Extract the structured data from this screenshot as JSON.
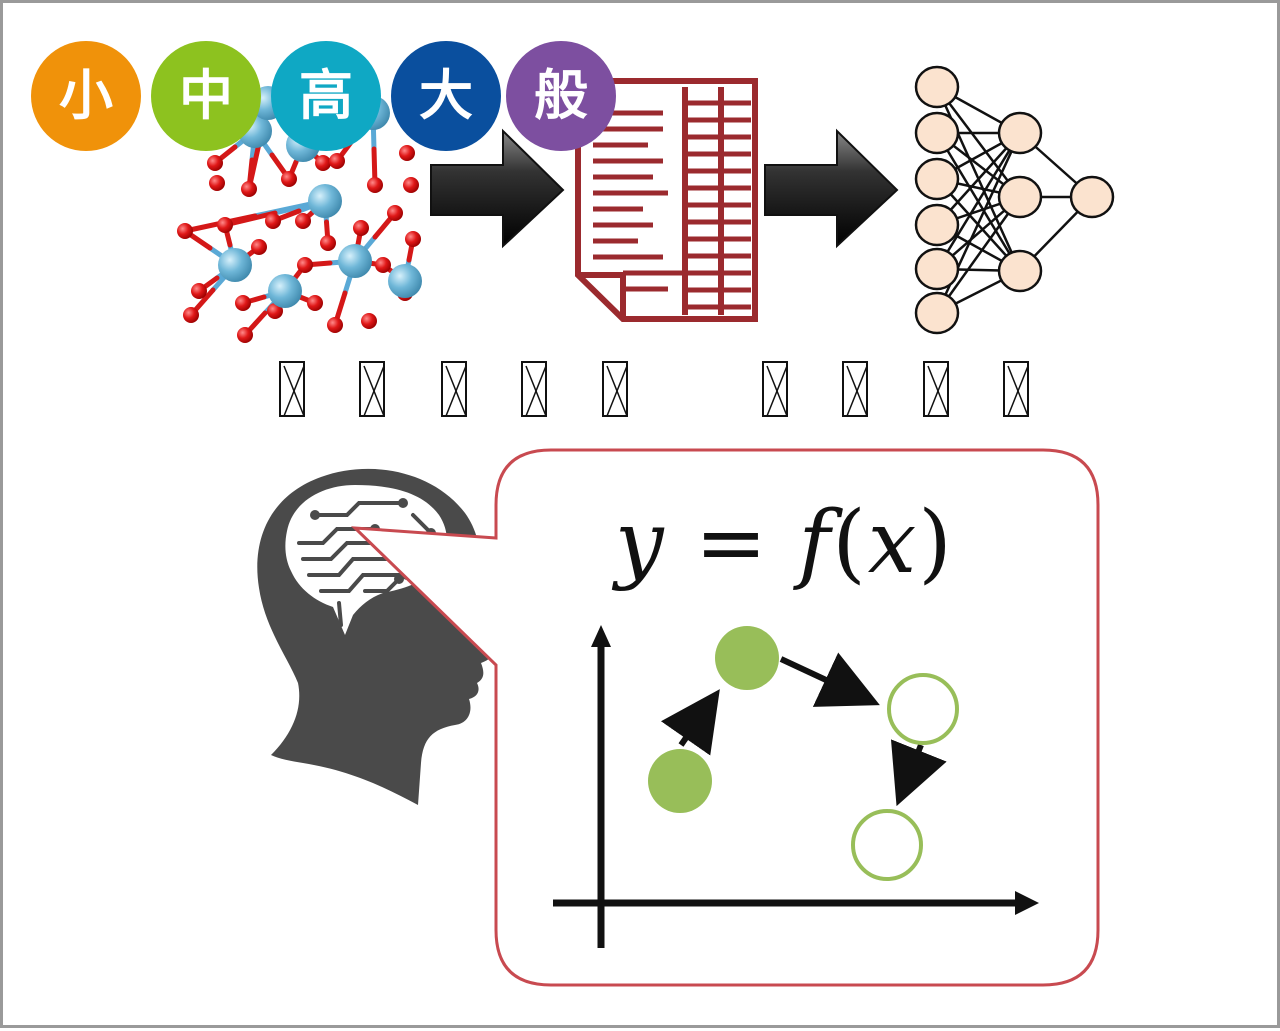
{
  "badges": [
    {
      "label": "小",
      "color": "#f0920a"
    },
    {
      "label": "中",
      "color": "#8dc21f"
    },
    {
      "label": "高",
      "color": "#0fa8c4"
    },
    {
      "label": "大",
      "color": "#0a4f9e"
    },
    {
      "label": "般",
      "color": "#7d4fa0"
    }
  ],
  "formula": {
    "lhs": "y",
    "eq": "=",
    "func": "f",
    "lparen": "(",
    "arg": "x",
    "rparen": ")"
  },
  "colors": {
    "frame": "#9a9a9a",
    "document": "#9b2a2e",
    "neuron_fill": "#fbe3cf",
    "head": "#4a4a4a",
    "bubble_border": "#c84a50",
    "point_green": "#98be59"
  },
  "icons": [
    "crystal-structure-icon",
    "arrow-right-icon",
    "data-table-document-icon",
    "neural-network-icon",
    "ai-head-icon",
    "speech-bubble-icon"
  ],
  "glyph_groups": [
    5,
    4
  ]
}
